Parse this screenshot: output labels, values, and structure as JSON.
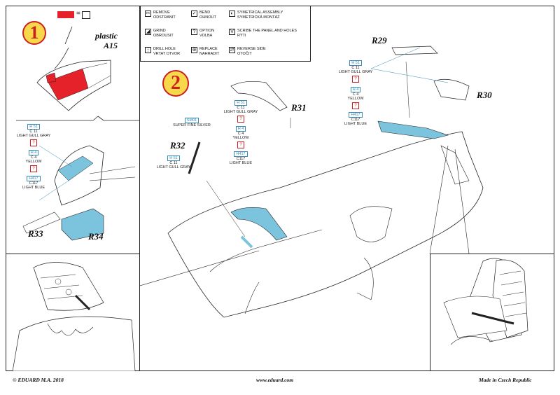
{
  "legend": {
    "swatch_equals": "=",
    "items": [
      {
        "icon": "remove-icon",
        "glyph": "✂",
        "label": "REMOVE",
        "label2": "ODSTRANIT"
      },
      {
        "icon": "bend-icon",
        "glyph": "✓",
        "label": "BEND",
        "label2": "OHNOUT"
      },
      {
        "icon": "symmetrical-icon",
        "glyph": "◐",
        "label": "SYMETRICAL ASSEMBLY",
        "label2": "SYMETRICKÁ MONTÁŽ"
      },
      {
        "icon": "grind-icon",
        "glyph": "◢",
        "label": "GRIND",
        "label2": "OBROUSIT"
      },
      {
        "icon": "option-icon",
        "glyph": "?",
        "label": "OPTION",
        "label2": "VOLBA"
      },
      {
        "icon": "scribe-icon",
        "glyph": "V",
        "label": "SCRIBE THE PANEL AND HOLES",
        "label2": "RÝTI"
      },
      {
        "icon": "drill-icon",
        "glyph": "⋮",
        "label": "DRILL HOLE",
        "label2": "VRTAT OTVOR"
      },
      {
        "icon": "replace-icon",
        "glyph": "⊛",
        "label": "REPLACE",
        "label2": "NAHRADIT"
      },
      {
        "icon": "reverse-icon",
        "glyph": "⇄",
        "label": "REVERSE SIDE",
        "label2": "OTOČIT"
      }
    ]
  },
  "step1": {
    "number": "1",
    "plastic": "plastic",
    "part": "A15"
  },
  "step2": {
    "number": "2"
  },
  "parts": {
    "r29": "R29",
    "r30": "R30",
    "r31": "R31",
    "r32": "R32",
    "r33": "R33",
    "r34": "R34"
  },
  "paints": {
    "gull_gray": {
      "h": "H 51",
      "c": "C 11",
      "name": "LIGHT GULL GRAY"
    },
    "yellow": {
      "h": "H 4",
      "c": "C 4",
      "name": "YELLOW"
    },
    "light_blue": {
      "h": "H417",
      "c": "C117",
      "name": "LIGHT BLUE"
    },
    "silver": {
      "h": "SM01",
      "name": "SUPER FINE SILVER"
    },
    "option_mark": "?"
  },
  "footer": {
    "left": "© EDUARD  M.A. 2018",
    "center": "www.eduard.com",
    "right": "Made in Czech Republic"
  },
  "colors": {
    "highlight_red": "#e5222a",
    "etch_blue": "#7cc4de",
    "step_yellow": "#f7d84a",
    "step_red": "#cc2020",
    "paint_blue": "#3a8bb5"
  }
}
